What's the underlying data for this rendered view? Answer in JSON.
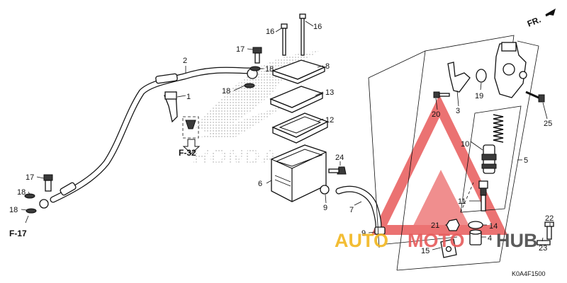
{
  "diagram": {
    "code": "K0A4F1500",
    "direction": "FR.",
    "refs": {
      "f17": "F-17",
      "f32": "F-32"
    },
    "logo_text": "HONDA",
    "watermark": {
      "text": "AUTOMOTOHUB",
      "colors": {
        "auto": "#f2b61f",
        "moto": "#e65a5a",
        "hub": "#4a4a4a",
        "triangle": "#e85a5a"
      }
    },
    "callouts": [
      {
        "id": "1",
        "label": "1"
      },
      {
        "id": "2",
        "label": "2"
      },
      {
        "id": "3",
        "label": "3"
      },
      {
        "id": "4",
        "label": "4"
      },
      {
        "id": "5",
        "label": "5"
      },
      {
        "id": "6",
        "label": "6"
      },
      {
        "id": "7",
        "label": "7"
      },
      {
        "id": "8",
        "label": "8"
      },
      {
        "id": "9a",
        "label": "9"
      },
      {
        "id": "9b",
        "label": "9"
      },
      {
        "id": "10",
        "label": "10"
      },
      {
        "id": "11",
        "label": "11"
      },
      {
        "id": "12",
        "label": "12"
      },
      {
        "id": "13",
        "label": "13"
      },
      {
        "id": "14",
        "label": "14"
      },
      {
        "id": "15",
        "label": "15"
      },
      {
        "id": "16a",
        "label": "16"
      },
      {
        "id": "16b",
        "label": "16"
      },
      {
        "id": "17a",
        "label": "17"
      },
      {
        "id": "17b",
        "label": "17"
      },
      {
        "id": "18a",
        "label": "18"
      },
      {
        "id": "18b",
        "label": "18"
      },
      {
        "id": "18c",
        "label": "18"
      },
      {
        "id": "18d",
        "label": "18"
      },
      {
        "id": "19",
        "label": "19"
      },
      {
        "id": "20",
        "label": "20"
      },
      {
        "id": "21",
        "label": "21"
      },
      {
        "id": "22",
        "label": "22"
      },
      {
        "id": "23",
        "label": "23"
      },
      {
        "id": "24",
        "label": "24"
      },
      {
        "id": "25",
        "label": "25"
      }
    ]
  }
}
